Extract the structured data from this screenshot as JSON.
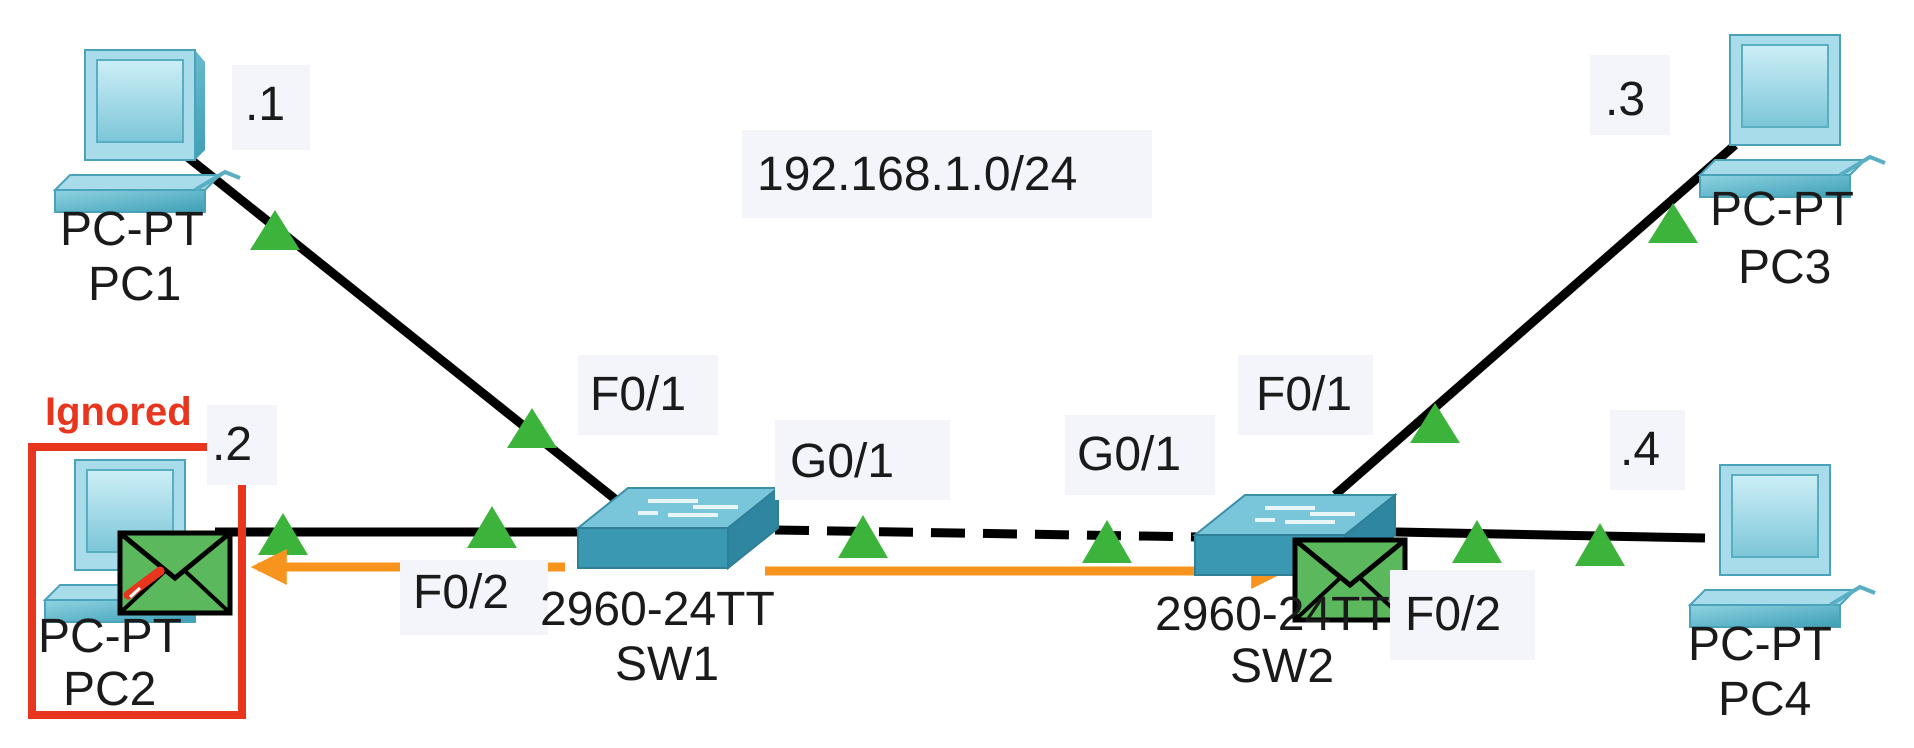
{
  "network": "192.168.1.0/24",
  "status": {
    "text": "Ignored"
  },
  "colors": {
    "link": "#000000",
    "port_indicator": "#3cb43c",
    "flow_arrow": "#f7941d",
    "highlight": "#e8351e",
    "pc_body": "#56b6cc",
    "switch_body": "#3f9fb8",
    "envelope": "#5cb85c"
  },
  "devices": {
    "pc1": {
      "model": "PC-PT",
      "name": "PC1",
      "host": ".1"
    },
    "pc2": {
      "model": "PC-PT",
      "name": "PC2",
      "host": ".2"
    },
    "pc3": {
      "model": "PC-PT",
      "name": "PC3",
      "host": ".3"
    },
    "pc4": {
      "model": "PC-PT",
      "name": "PC4",
      "host": ".4"
    },
    "sw1": {
      "model": "2960-24TT",
      "name": "SW1"
    },
    "sw2": {
      "model": "2960-24TT",
      "name": "SW2"
    }
  },
  "ports": {
    "sw1_f01": "F0/1",
    "sw1_f02": "F0/2",
    "sw1_g01": "G0/1",
    "sw2_g01": "G0/1",
    "sw2_f01": "F0/1",
    "sw2_f02": "F0/2"
  },
  "envelopes": [
    {
      "at": "pc2",
      "icon": "envelope-icon",
      "state": "discarded"
    },
    {
      "at": "sw2",
      "icon": "envelope-icon",
      "state": "in-transit"
    }
  ]
}
